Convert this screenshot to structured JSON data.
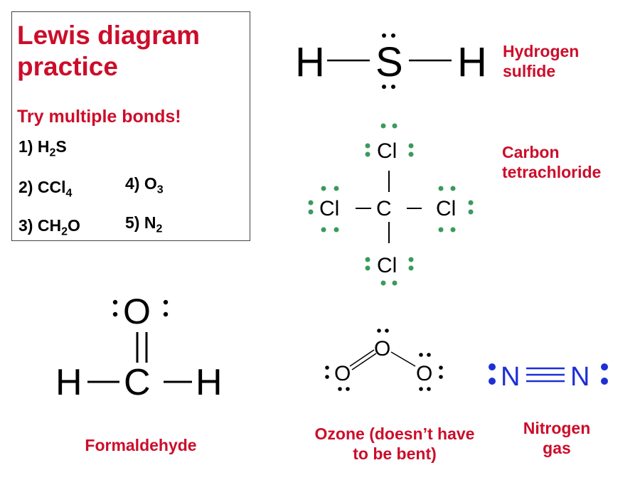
{
  "practice": {
    "title": "Lewis diagram practice",
    "subtitle": "Try multiple bonds!",
    "items": [
      {
        "num": "1)",
        "base": "H",
        "sub": "2",
        "rest": "S"
      },
      {
        "num": "2)",
        "base": "CCl",
        "sub": "4",
        "rest": ""
      },
      {
        "num": "3)",
        "base": "CH",
        "sub": "2",
        "rest": "O"
      },
      {
        "num": "4)",
        "base": "O",
        "sub": "3",
        "rest": ""
      },
      {
        "num": "5)",
        "base": "N",
        "sub": "2",
        "rest": ""
      }
    ]
  },
  "molecules": {
    "h2s": {
      "label": "Hydrogen sulfide",
      "atoms": [
        "H",
        "S",
        "H"
      ]
    },
    "ccl4": {
      "label": "Carbon tetrachloride",
      "atoms": [
        "C",
        "Cl",
        "Cl",
        "Cl",
        "Cl"
      ]
    },
    "formaldehyde": {
      "label": "Formaldehyde",
      "atoms": [
        "O",
        "H",
        "C",
        "H"
      ]
    },
    "ozone": {
      "label": "Ozone (doesn’t have to be bent)",
      "atoms": [
        "O",
        "O",
        "O"
      ]
    },
    "nitrogen": {
      "label": "Nitrogen gas",
      "atoms": [
        "N",
        "N"
      ]
    }
  },
  "colors": {
    "accent": "#cc0d2a",
    "ccl4_dots": "#3a9a5c",
    "n2_blue": "#1e2fd6"
  }
}
